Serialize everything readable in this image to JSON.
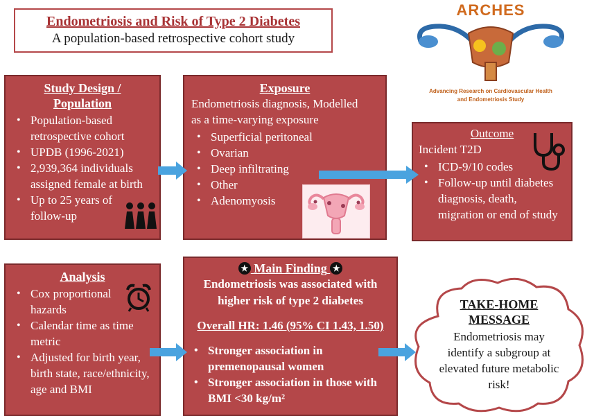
{
  "title": {
    "main": "Endometriosis and Risk of Type 2 Diabetes",
    "subtitle": "A population-based retrospective cohort study"
  },
  "logo": {
    "name": "ARCHES",
    "tagline_line1": "Advancing Research on Cardiovascular Health",
    "tagline_line2": "and Endometriosis Study"
  },
  "study_design": {
    "heading_line1": "Study Design /",
    "heading_line2": "Population",
    "items": [
      "Population-based retrospective cohort",
      "UPDB (1996-2021)",
      "2,939,364 individuals assigned female at birth",
      "Up to 25 years of follow-up"
    ]
  },
  "exposure": {
    "heading": "Exposure",
    "intro": "Endometriosis diagnosis, Modelled as a time-varying exposure",
    "items": [
      "Superficial peritoneal",
      "Ovarian",
      "Deep infiltrating",
      "Other",
      "Adenomyosis"
    ]
  },
  "outcome": {
    "heading": "Outcome",
    "intro": "Incident T2D",
    "items": [
      "ICD-9/10 codes",
      "Follow-up until diabetes diagnosis, death, migration or end of study"
    ]
  },
  "analysis": {
    "heading": "Analysis",
    "items": [
      "Cox proportional hazards",
      "Calendar time as time metric",
      "Adjusted for birth year, birth state, race/ethnicity, age and BMI"
    ]
  },
  "main_finding": {
    "heading": "Main Finding",
    "statement": "Endometriosis was associated with higher risk of type 2 diabetes",
    "hr": "Overall HR: 1.46 (95% CI 1.43, 1.50)",
    "items": [
      "Stronger association in premenopausal women",
      "Stronger association in those with BMI <30 kg/m²"
    ]
  },
  "take_home": {
    "heading": "TAKE-HOME MESSAGE",
    "text": "Endometriosis may identify a subgroup at elevated future metabolic risk!"
  },
  "colors": {
    "box_fill": "#b44749",
    "box_border": "#7a2a2c",
    "arrow": "#4aa3df",
    "title_red": "#a83234"
  },
  "icons": [
    "women-group-icon",
    "uterus-icon",
    "stethoscope-icon",
    "alarm-clock-icon",
    "star-icon",
    "arches-logo"
  ]
}
